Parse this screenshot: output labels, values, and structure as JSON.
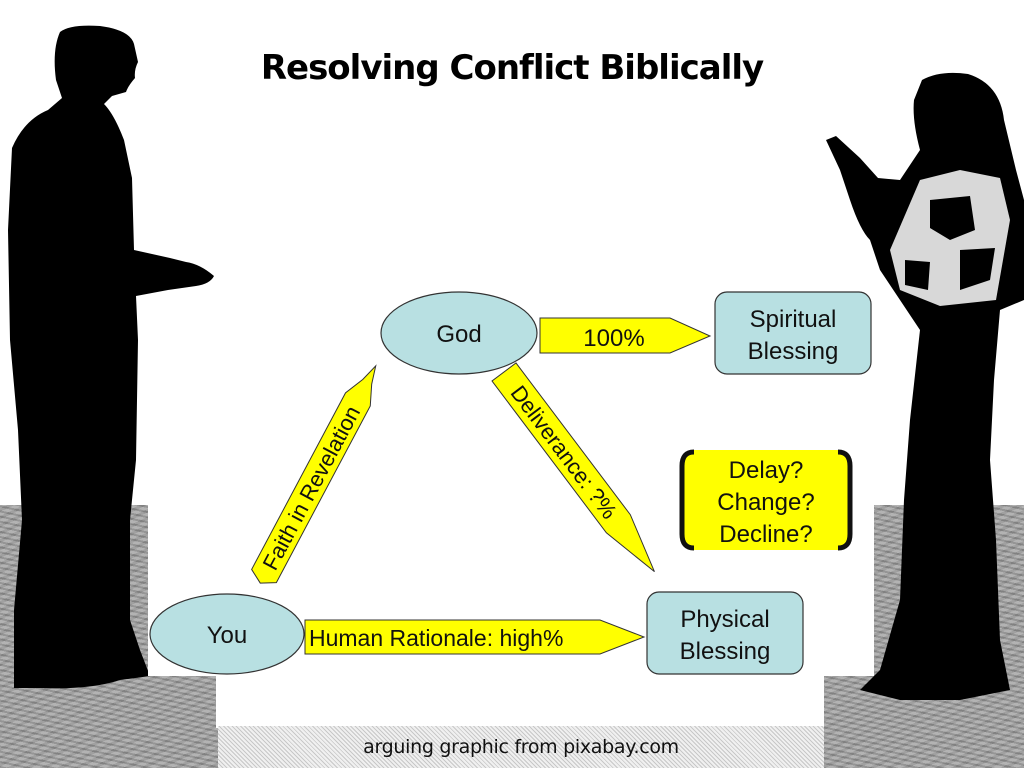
{
  "slide": {
    "title": "Resolving Conflict Biblically",
    "caption": "arguing graphic from pixabay.com"
  },
  "diagram": {
    "nodes": {
      "god": "God",
      "you": "You",
      "spiritual_blessing": [
        "Spiritual",
        "Blessing"
      ],
      "physical_blessing": [
        "Physical",
        "Blessing"
      ]
    },
    "arrows": {
      "god_to_spiritual": "100%",
      "you_to_god": "Faith in Revelation",
      "god_to_physical": "Deliverance: ?%",
      "you_to_physical": "Human Rationale: high%"
    },
    "outcomes_box": [
      "Delay?",
      "Change?",
      "Decline?"
    ]
  },
  "colors": {
    "node_fill": "#b8e0e2",
    "arrow_fill": "#ffff00",
    "outline": "#333333"
  },
  "images": {
    "left_figure": "man-silhouette",
    "right_figure": "woman-silhouette"
  }
}
